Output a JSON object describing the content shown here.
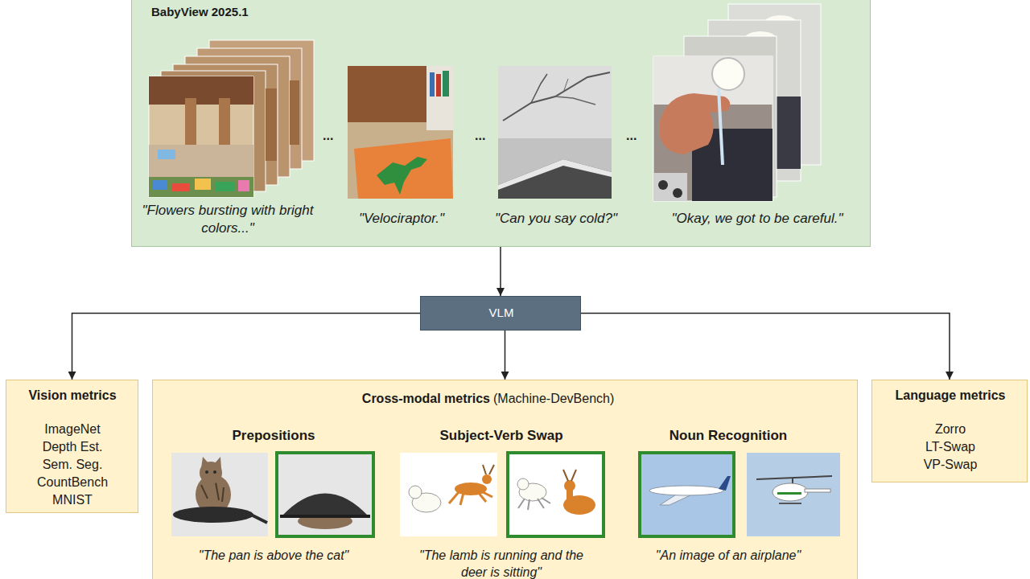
{
  "diagram": {
    "nodes": [
      {
        "text": [
          "BabyView 2025.1",
          "\"Flowers bursting with bright colors...\"",
          "\"Velociraptor.\"",
          "\"Can you say cold?\"",
          "\"Okay, we got to be careful.\""
        ]
      },
      {
        "text": [
          "VLM"
        ]
      },
      {
        "text": [
          "Vision metrics",
          "ImageNet",
          "Depth Est.",
          "Sem. Seg.",
          "CountBench",
          "MNIST"
        ]
      },
      {
        "text": [
          "Cross-modal metrics",
          "(Machine-DevBench)",
          "Prepositions",
          "Subject-Verb Swap",
          "Noun Recognition",
          "\"The pan is above the cat\"",
          "\"The lamb is running and the deer is sitting\"",
          "\"An image of an airplane\""
        ]
      },
      {
        "text": [
          "Language metrics",
          "Zorro",
          "LT-Swap",
          "VP-Swap"
        ]
      }
    ],
    "edges": [
      {
        "from": 0,
        "to": 1,
        "arrow": "to"
      },
      {
        "from": 1,
        "to": 2,
        "arrow": "to"
      },
      {
        "from": 1,
        "to": 3,
        "arrow": "to"
      },
      {
        "from": 1,
        "to": 4,
        "arrow": "to"
      }
    ],
    "labels": [
      "...",
      "...",
      "..."
    ]
  }
}
